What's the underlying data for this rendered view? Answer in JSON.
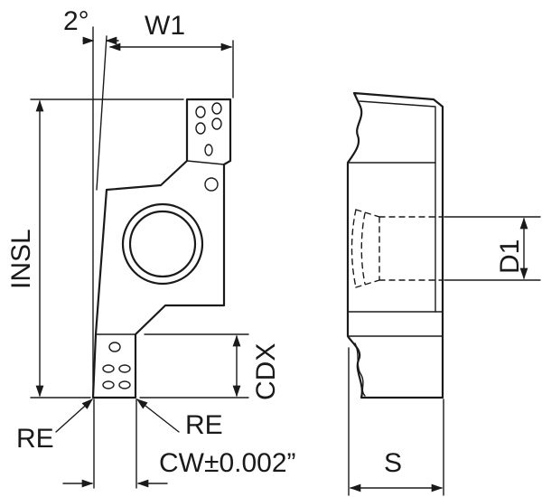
{
  "diagram": {
    "labels": {
      "angle": "2°",
      "w1": "W1",
      "insl": "INSL",
      "d1": "D1",
      "cdx": "CDX",
      "re_left": "RE",
      "re_right": "RE",
      "cw": "CW±0.002”",
      "s": "S"
    }
  }
}
